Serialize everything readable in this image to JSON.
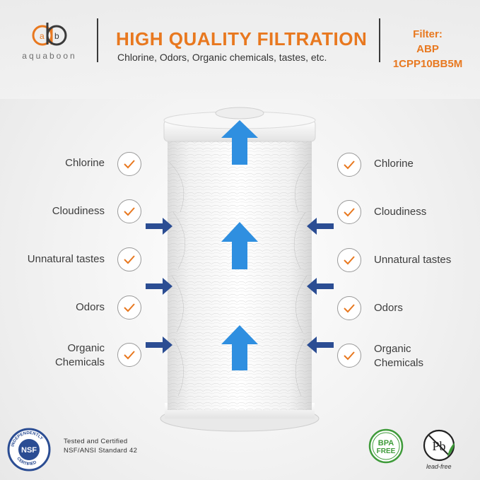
{
  "header": {
    "brand_name": "aquaboon",
    "logo_letters": [
      "a",
      "b"
    ],
    "title": "HIGH QUALITY FILTRATION",
    "subtitle": "Chlorine, Odors, Organic chemicals, tastes, etc.",
    "filter_label": "Filter:",
    "filter_line2": "ABP",
    "filter_line3": "1CPP10BB5M"
  },
  "contaminants_left": [
    {
      "line1": "Chlorine",
      "line2": ""
    },
    {
      "line1": "Cloudiness",
      "line2": ""
    },
    {
      "line1": "Unnatural tastes",
      "line2": ""
    },
    {
      "line1": "Odors",
      "line2": ""
    },
    {
      "line1": "Organic",
      "line2": "Chemicals"
    }
  ],
  "contaminants_right": [
    {
      "line1": "Chlorine",
      "line2": ""
    },
    {
      "line1": "Cloudiness",
      "line2": ""
    },
    {
      "line1": "Unnatural tastes",
      "line2": ""
    },
    {
      "line1": "Odors",
      "line2": ""
    },
    {
      "line1": "Organic",
      "line2": "Chemicals"
    }
  ],
  "certification": {
    "seal_top": "INDEPENDENTLY",
    "seal_center": "NSF",
    "seal_bottom": "CERTIFIED",
    "line1": "Tested and Certified",
    "line2": "NSF/ANSI Standard 42"
  },
  "badges": {
    "bpa_line1": "BPA",
    "bpa_line2": "FREE",
    "pb_symbol": "Pb",
    "pb_caption": "lead-free"
  },
  "colors": {
    "accent_orange": "#e8781f",
    "arrow_blue": "#2f8fe0",
    "arrow_navy": "#2b4d93",
    "badge_green": "#3f9b3a"
  },
  "icons": [
    "check-icon",
    "flow-arrow-up-icon",
    "inflow-arrow-icon",
    "nsf-seal-icon",
    "bpa-free-icon",
    "lead-free-icon"
  ]
}
